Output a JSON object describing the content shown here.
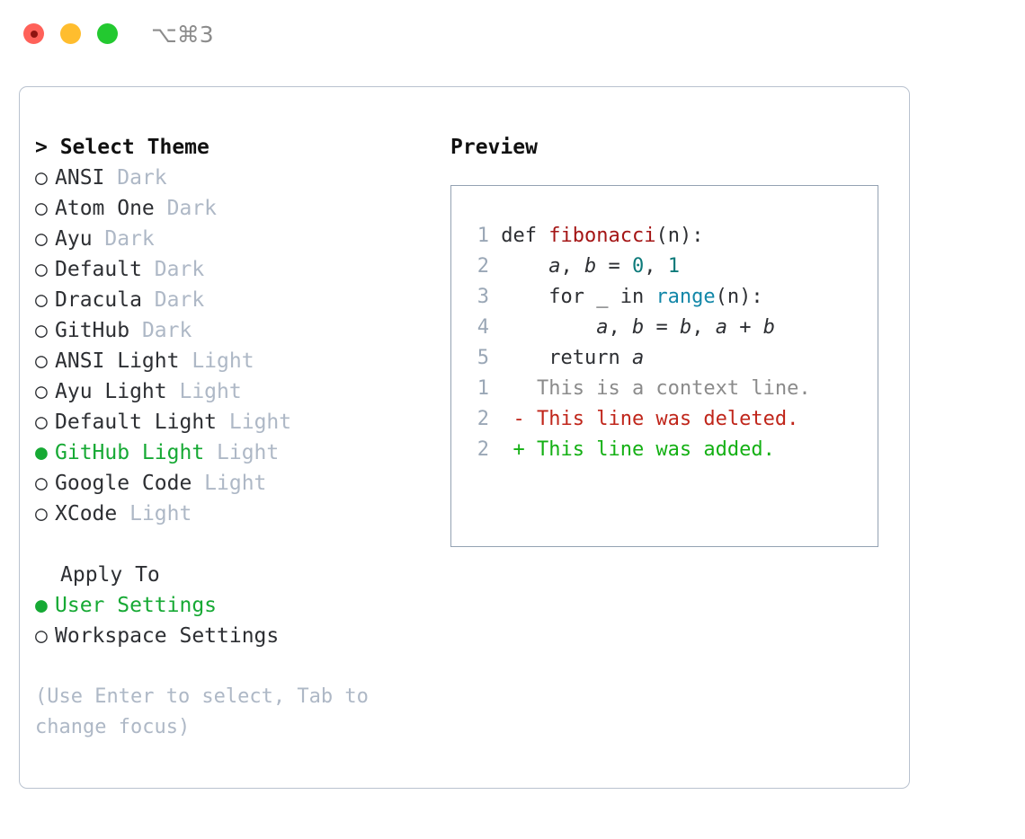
{
  "titlebar": {
    "shortcut": "⌥⌘3",
    "lights": [
      {
        "name": "close",
        "color": "#ff6159"
      },
      {
        "name": "minimize",
        "color": "#ffbd2e"
      },
      {
        "name": "maximize",
        "color": "#23c930"
      }
    ]
  },
  "theme_list": {
    "title": "> Select Theme",
    "selected_bullet": "●",
    "unselected_bullet": "○",
    "items": [
      {
        "name": "ANSI",
        "tag": "Dark",
        "selected": false
      },
      {
        "name": "Atom One",
        "tag": "Dark",
        "selected": false
      },
      {
        "name": "Ayu",
        "tag": "Dark",
        "selected": false
      },
      {
        "name": "Default",
        "tag": "Dark",
        "selected": false
      },
      {
        "name": "Dracula",
        "tag": "Dark",
        "selected": false
      },
      {
        "name": "GitHub",
        "tag": "Dark",
        "selected": false
      },
      {
        "name": "ANSI Light",
        "tag": "Light",
        "selected": false
      },
      {
        "name": "Ayu Light",
        "tag": "Light",
        "selected": false
      },
      {
        "name": "Default Light",
        "tag": "Light",
        "selected": false
      },
      {
        "name": "GitHub Light",
        "tag": "Light",
        "selected": true
      },
      {
        "name": "Google Code",
        "tag": "Light",
        "selected": false
      },
      {
        "name": "XCode",
        "tag": "Light",
        "selected": false
      }
    ]
  },
  "apply_to": {
    "title": "Apply To",
    "options": [
      {
        "label": "User Settings",
        "selected": true
      },
      {
        "label": "Workspace Settings",
        "selected": false
      }
    ]
  },
  "hint": "(Use Enter to select, Tab to change focus)",
  "preview": {
    "label": "Preview",
    "code_lines": [
      {
        "n": "1",
        "tokens": [
          {
            "t": "def ",
            "c": "kw"
          },
          {
            "t": "fibonacci",
            "c": "fn"
          },
          {
            "t": "(n):",
            "c": "punct"
          }
        ]
      },
      {
        "n": "2",
        "tokens": [
          {
            "t": "    ",
            "c": "punct"
          },
          {
            "t": "a",
            "c": "var"
          },
          {
            "t": ", ",
            "c": "punct"
          },
          {
            "t": "b",
            "c": "var"
          },
          {
            "t": " = ",
            "c": "punct"
          },
          {
            "t": "0",
            "c": "num"
          },
          {
            "t": ", ",
            "c": "punct"
          },
          {
            "t": "1",
            "c": "num"
          }
        ]
      },
      {
        "n": "3",
        "tokens": [
          {
            "t": "    for _ in ",
            "c": "kw"
          },
          {
            "t": "range",
            "c": "builtin"
          },
          {
            "t": "(n):",
            "c": "punct"
          }
        ]
      },
      {
        "n": "4",
        "tokens": [
          {
            "t": "        ",
            "c": "punct"
          },
          {
            "t": "a",
            "c": "var"
          },
          {
            "t": ", ",
            "c": "punct"
          },
          {
            "t": "b",
            "c": "var"
          },
          {
            "t": " = ",
            "c": "punct"
          },
          {
            "t": "b",
            "c": "var"
          },
          {
            "t": ", ",
            "c": "punct"
          },
          {
            "t": "a",
            "c": "var"
          },
          {
            "t": " + ",
            "c": "punct"
          },
          {
            "t": "b",
            "c": "var"
          }
        ]
      },
      {
        "n": "5",
        "tokens": [
          {
            "t": "    return ",
            "c": "kw"
          },
          {
            "t": "a",
            "c": "var"
          }
        ]
      }
    ],
    "diff_lines": [
      {
        "n": "1",
        "marker": " ",
        "text": "This is a context line.",
        "kind": "d-ctx"
      },
      {
        "n": "2",
        "marker": "-",
        "text": "This line was deleted.",
        "kind": "d-del"
      },
      {
        "n": "2",
        "marker": "+",
        "text": "This line was added.",
        "kind": "d-add"
      }
    ]
  }
}
